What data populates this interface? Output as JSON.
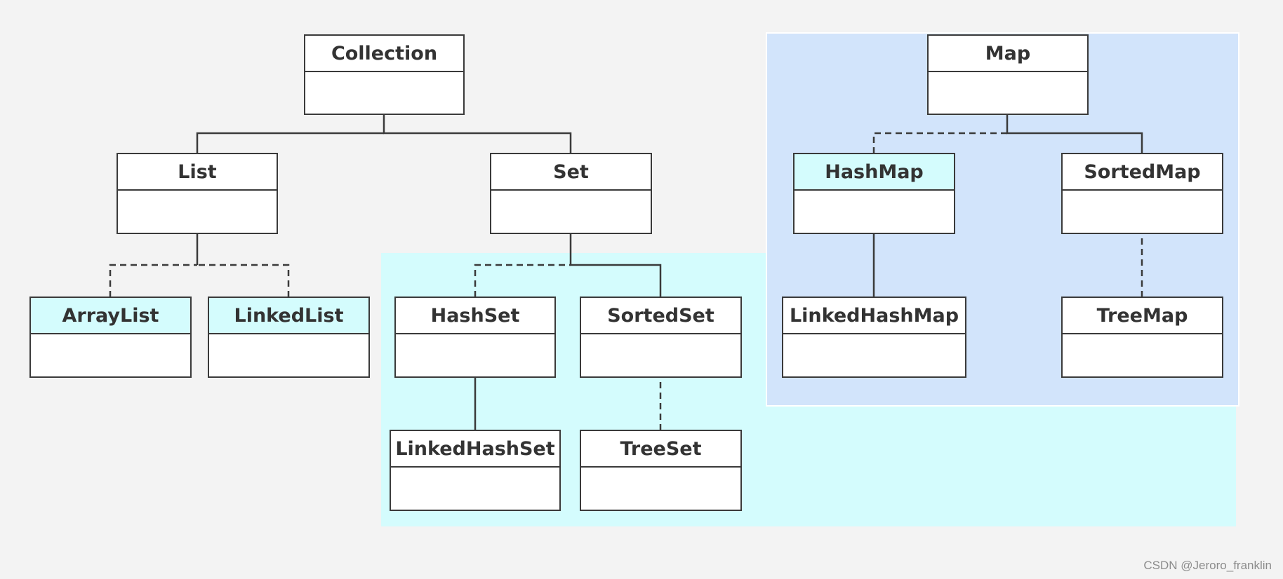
{
  "colors": {
    "background": "#f3f3f3",
    "set_region": "#d4fcfd",
    "map_region": "#d2e4fb",
    "highlight": "#d4fcfd",
    "line": "#3a3a3a"
  },
  "classes": {
    "collection": "Collection",
    "list": "List",
    "set": "Set",
    "arraylist": "ArrayList",
    "linkedlist": "LinkedList",
    "hashset": "HashSet",
    "sortedset": "SortedSet",
    "linkedhashset": "LinkedHashSet",
    "treeset": "TreeSet",
    "map": "Map",
    "hashmap": "HashMap",
    "sortedmap": "SortedMap",
    "linkedhashmap": "LinkedHashMap",
    "treemap": "TreeMap"
  },
  "relations": [
    {
      "from": "List",
      "to": "Collection",
      "style": "solid"
    },
    {
      "from": "Set",
      "to": "Collection",
      "style": "solid"
    },
    {
      "from": "ArrayList",
      "to": "List",
      "style": "dashed"
    },
    {
      "from": "LinkedList",
      "to": "List",
      "style": "dashed"
    },
    {
      "from": "HashSet",
      "to": "Set",
      "style": "dashed"
    },
    {
      "from": "SortedSet",
      "to": "Set",
      "style": "solid"
    },
    {
      "from": "LinkedHashSet",
      "to": "HashSet",
      "style": "solid"
    },
    {
      "from": "TreeSet",
      "to": "SortedSet",
      "style": "dashed"
    },
    {
      "from": "HashMap",
      "to": "Map",
      "style": "dashed"
    },
    {
      "from": "SortedMap",
      "to": "Map",
      "style": "solid"
    },
    {
      "from": "LinkedHashMap",
      "to": "HashMap",
      "style": "solid"
    },
    {
      "from": "TreeMap",
      "to": "SortedMap",
      "style": "dashed"
    }
  ],
  "watermark": "CSDN @Jeroro_franklin"
}
